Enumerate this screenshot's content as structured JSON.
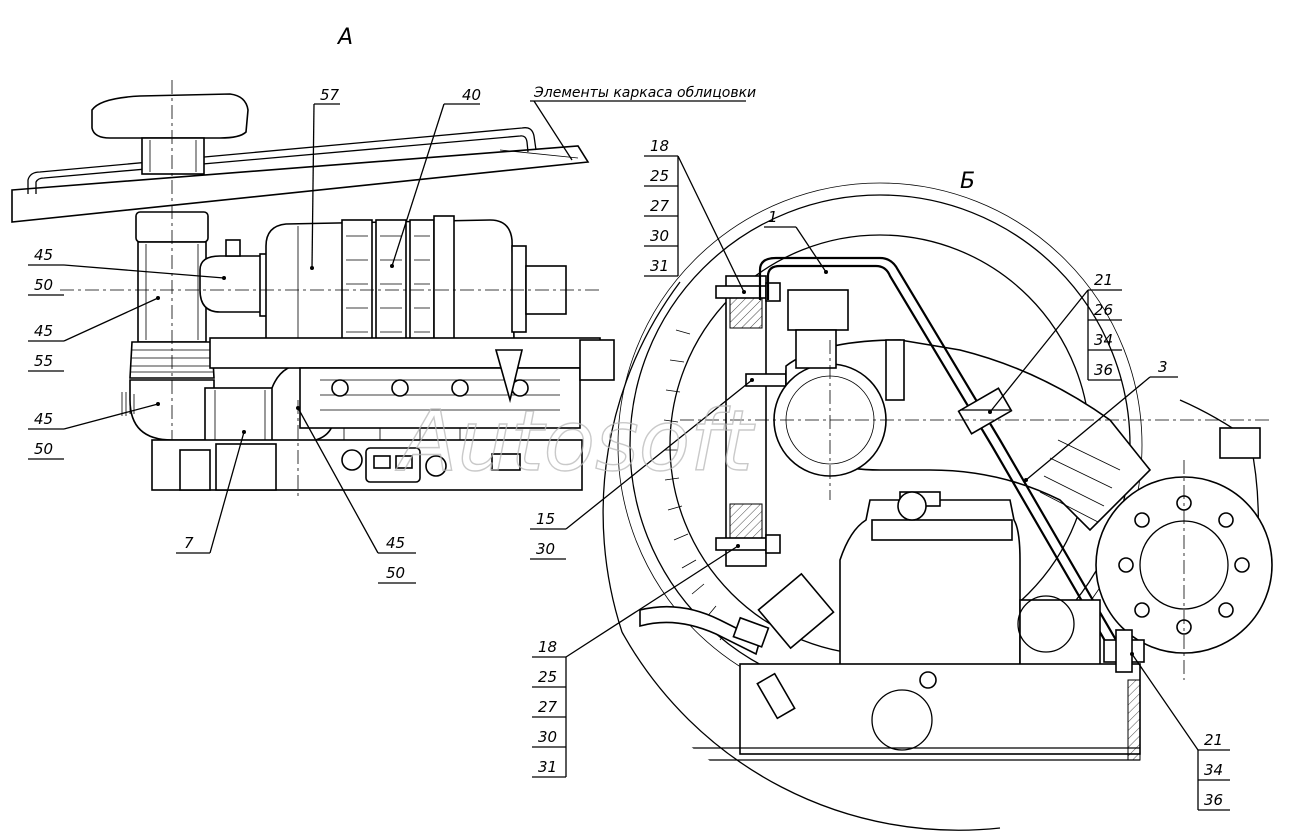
{
  "views": {
    "view_a": "А",
    "view_b": "Б"
  },
  "caption": "Элементы каркаса облицовки",
  "watermark": "Autosoft",
  "callouts_a": {
    "c57": "57",
    "c40": "40",
    "c45_top": "45",
    "c50_top": "50",
    "c45_mid": "45",
    "c55_mid": "55",
    "c45_low": "45",
    "c50_low": "50",
    "c7": "7",
    "c45_bot": "45",
    "c50_bot": "50"
  },
  "callouts_b": {
    "s18_top": [
      "18",
      "25",
      "27",
      "30",
      "31"
    ],
    "c1": "1",
    "s21_top": [
      "21",
      "26",
      "34",
      "36"
    ],
    "c3": "3",
    "s15": [
      "15",
      "30"
    ],
    "s18_bot": [
      "18",
      "25",
      "27",
      "30",
      "31"
    ],
    "s21_bot": [
      "21",
      "34",
      "36"
    ]
  }
}
